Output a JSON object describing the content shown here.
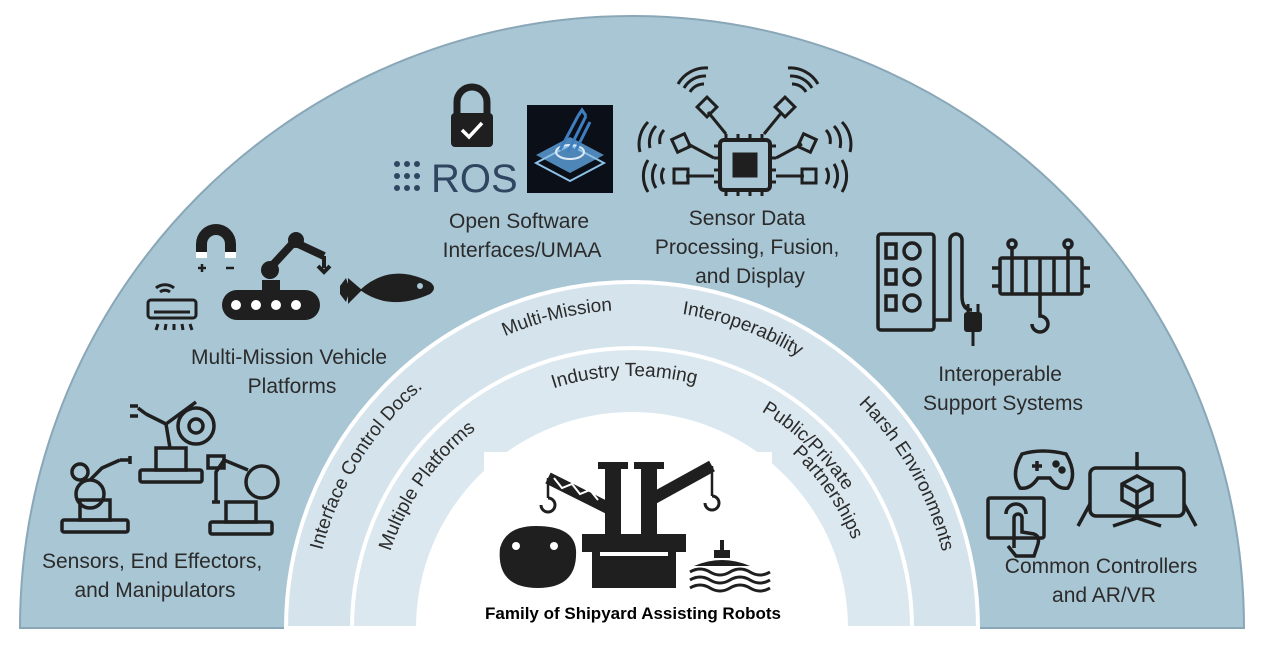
{
  "outer_labels": {
    "sensors": [
      "Sensors, End Effectors,",
      "and Manipulators"
    ],
    "multi_mission": [
      "Multi-Mission Vehicle",
      "Platforms"
    ],
    "open_software": [
      "Open Software",
      "Interfaces/UMAA"
    ],
    "sensor_data": [
      "Sensor Data",
      "Processing, Fusion,",
      "and Display"
    ],
    "support_systems": [
      "Interoperable",
      "Support Systems"
    ],
    "controllers": [
      "Common Controllers",
      "and AR/VR"
    ]
  },
  "middle_ring": [
    "Interface Control Docs.",
    "Multi-Mission",
    "Interoperability",
    "Harsh Environments"
  ],
  "inner_ring": [
    "Multiple Platforms",
    "Industry Teaming",
    "Public/Private",
    "Partnerships"
  ],
  "ros_logo_text": "ROS",
  "center_title": "Family of Shipyard Assisting Robots",
  "colors": {
    "outer_band": "#a9c6d4",
    "outer_stroke": "#8aa7b8",
    "middle_band": "#d5e4ec",
    "inner_band": "#dbe8ef",
    "center": "#ffffff",
    "icon": "#1f1f1f",
    "text": "#2b2b2b"
  },
  "icons": [
    "lock-icon",
    "ros-logo-icon",
    "umaa-logo-icon",
    "sensor-fusion-icon",
    "magnet-icon",
    "robot-arm-crawler-icon",
    "air-conditioner-icon",
    "fish-drone-icon",
    "industrial-robot-arm-icon",
    "power-strip-icon",
    "electric-plug-icon",
    "crane-hook-icon",
    "gamepad-icon",
    "touch-screen-icon",
    "vr-cube-icon",
    "shipyard-robots-icon"
  ]
}
